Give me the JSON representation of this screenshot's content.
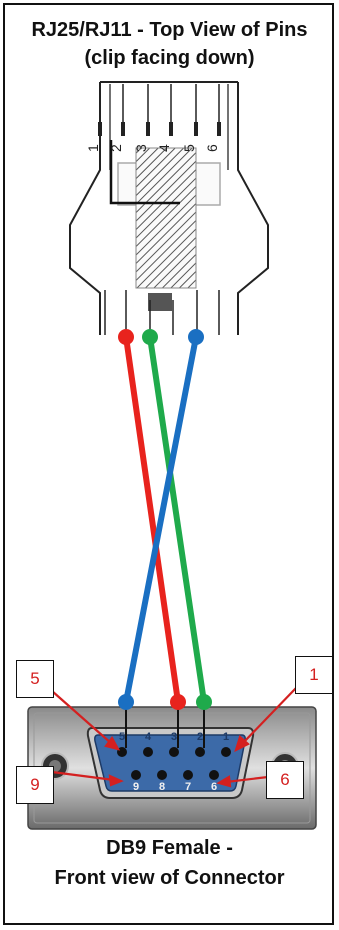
{
  "title": {
    "line1": "RJ25/RJ11 - Top View of Pins",
    "line2": "(clip facing down)"
  },
  "rj_pins": [
    "1",
    "2",
    "3",
    "4",
    "5",
    "6"
  ],
  "db9": {
    "top_pins": [
      "5",
      "4",
      "3",
      "2",
      "1"
    ],
    "bottom_pins": [
      "9",
      "8",
      "7",
      "6"
    ]
  },
  "callouts": {
    "c5": "5",
    "c1": "1",
    "c9": "9",
    "c6": "6"
  },
  "caption": {
    "line1": "DB9  Female -",
    "line2": "Front view of Connector"
  },
  "colors": {
    "red_wire": "#e8231d",
    "green_wire": "#1faa4b",
    "blue_wire": "#1a6fc2",
    "callout_text": "#d42020"
  }
}
